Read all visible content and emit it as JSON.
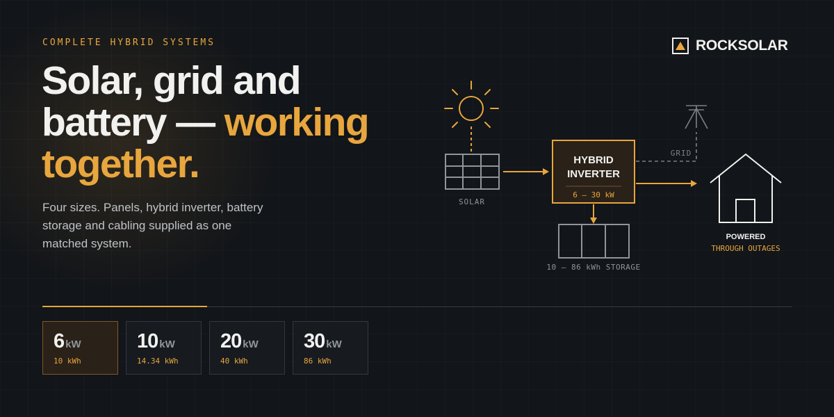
{
  "eyebrow": "COMPLETE HYBRID SYSTEMS",
  "headline": {
    "line1": "Solar, grid and",
    "line2_plain": "battery — ",
    "line2_accent": "working",
    "line3_accent": "together."
  },
  "subtext": "Four sizes. Panels, hybrid inverter, battery storage and cabling supplied as one matched system.",
  "brand": {
    "name": "ROCKSOLAR",
    "logo_icon": "triangle-in-square-icon"
  },
  "diagram": {
    "solar_label": "SOLAR",
    "grid_label": "GRID",
    "inverter_line1": "HYBRID",
    "inverter_line2": "INVERTER",
    "inverter_range": "6 — 30 kW",
    "storage_label": "10 — 86 kWh STORAGE",
    "house_line1": "POWERED",
    "house_line2": "THROUGH OUTAGES"
  },
  "systems": [
    {
      "power": "6",
      "unit": "kW",
      "storage": "10 kWh",
      "active": true
    },
    {
      "power": "10",
      "unit": "kW",
      "storage": "14.34 kWh",
      "active": false
    },
    {
      "power": "20",
      "unit": "kW",
      "storage": "40 kWh",
      "active": false
    },
    {
      "power": "30",
      "unit": "kW",
      "storage": "86 kWh",
      "active": false
    }
  ],
  "colors": {
    "accent": "#e8a63e",
    "background": "#121519",
    "text": "#f1f1ef",
    "muted": "#8f959c"
  }
}
